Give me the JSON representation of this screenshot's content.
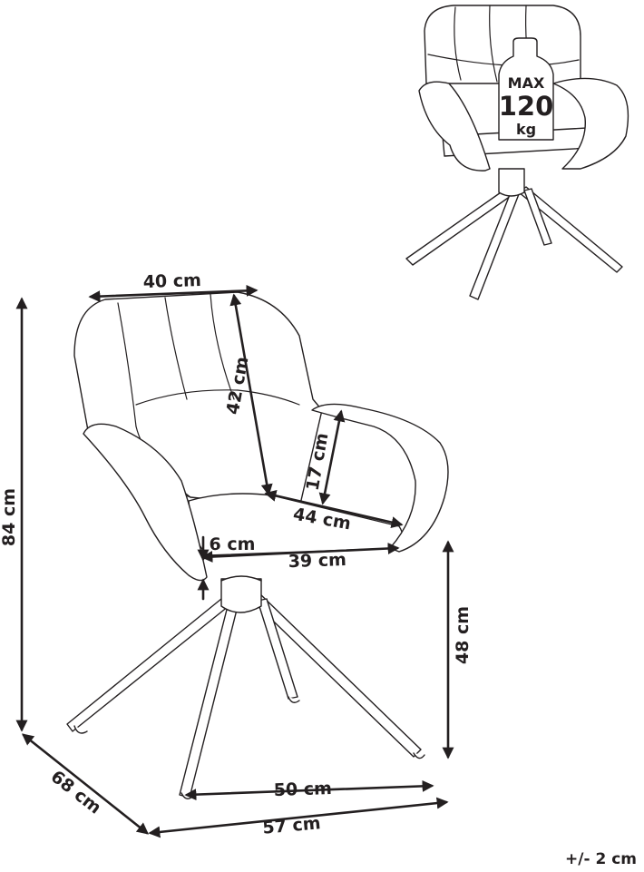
{
  "dimensions": {
    "back_width": "40 cm",
    "back_height": "42 cm",
    "armrest_height": "17 cm",
    "seat_depth": "44 cm",
    "cushion_thickness": "6 cm",
    "seat_width": "39 cm",
    "total_height": "84 cm",
    "seat_height": "48 cm",
    "base_width": "50 cm",
    "total_depth": "68 cm",
    "total_width": "57 cm"
  },
  "max_load": {
    "line1": "MAX",
    "line2": "120",
    "line3": "kg"
  },
  "tolerance": "+/- 2 cm"
}
